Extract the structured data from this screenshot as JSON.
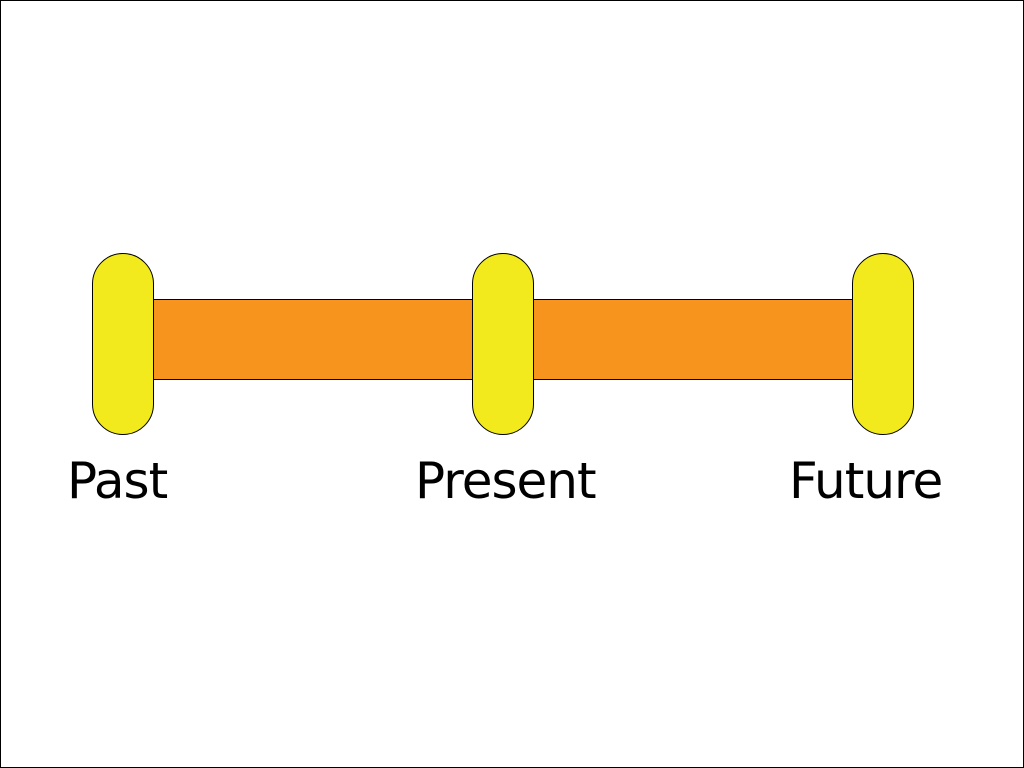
{
  "timeline": {
    "bar_color": "#F7941D",
    "marker_color": "#F2EA1C",
    "points": [
      {
        "label": "Past"
      },
      {
        "label": "Present"
      },
      {
        "label": "Future"
      }
    ]
  }
}
